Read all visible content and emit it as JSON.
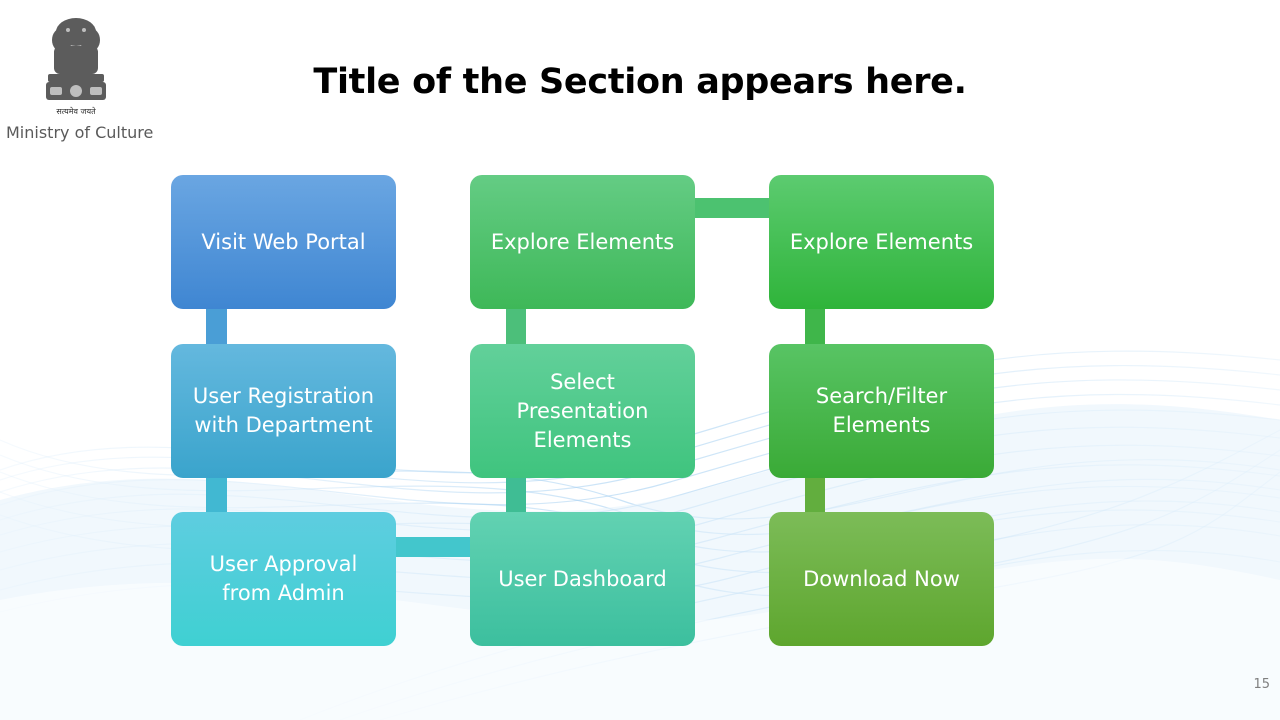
{
  "header": {
    "ministry_label": "Ministry of Culture",
    "emblem_motto": "सत्यमेव जयते",
    "title": "Title of the Section appears here."
  },
  "flow": {
    "col1": [
      {
        "label": "Visit Web Portal"
      },
      {
        "label": "User Registration with Department"
      },
      {
        "label": "User Approval from Admin"
      }
    ],
    "col2": [
      {
        "label": "Explore Elements"
      },
      {
        "label": "Select Presentation Elements"
      },
      {
        "label": "User Dashboard"
      }
    ],
    "col3": [
      {
        "label": "Explore Elements"
      },
      {
        "label": "Search/Filter Elements"
      },
      {
        "label": "Download Now"
      }
    ]
  },
  "footer": {
    "page_number": "15"
  },
  "colors": {
    "blue_top": "#4a8fd8",
    "teal_mid": "#44aed4",
    "cyan_bottom": "#3fcbd0",
    "green_light": "#56c98a",
    "green_bright": "#38b84c",
    "green_olive": "#6aac3a"
  }
}
